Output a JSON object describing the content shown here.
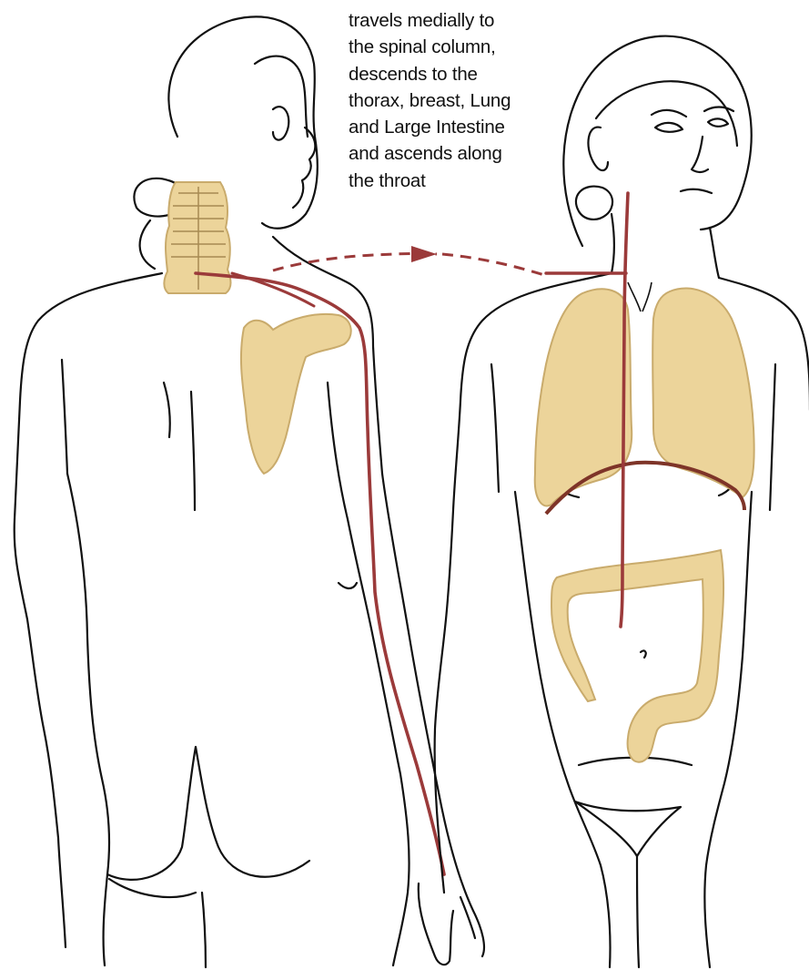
{
  "caption": {
    "lines": [
      "travels medially to",
      "the spinal column,",
      "descends to the",
      "thorax, breast, Lung",
      "and Large Intestine",
      "and ascends along",
      "the throat"
    ]
  },
  "colors": {
    "meridian": "#9b3a3a",
    "diaphragm": "#7e3428",
    "organ_fill": "#ecd49a",
    "organ_stroke": "#c9ab6c",
    "outline": "#111111",
    "background": "#ffffff"
  }
}
